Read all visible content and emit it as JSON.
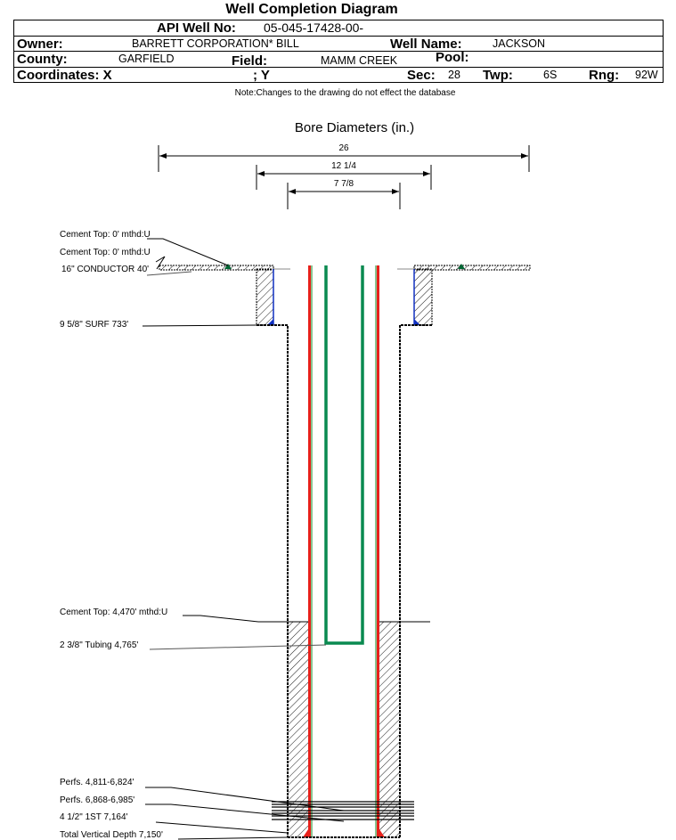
{
  "title": "Well Completion Diagram",
  "header": {
    "api_label": "API Well No:",
    "api_value": "05-045-17428-00-",
    "owner_label": "Owner:",
    "owner_value": "BARRETT CORPORATION* BILL",
    "well_name_label": "Well Name:",
    "well_name_value": "JACKSON",
    "county_label": "County:",
    "county_value": "GARFIELD",
    "field_label": "Field:",
    "field_value": "MAMM CREEK",
    "pool_label": "Pool:",
    "coords_label": "Coordinates: X",
    "y_label": "; Y",
    "sec_label": "Sec:",
    "sec_value": "28",
    "twp_label": "Twp:",
    "twp_value": "6S",
    "rng_label": "Rng:",
    "rng_value": "92W"
  },
  "note": "Note:Changes to the drawing do not effect the database",
  "diagram": {
    "bore_title": "Bore Diameters (in.)",
    "diameters": [
      "26",
      "12 1/4",
      "7 7/8"
    ],
    "labels": {
      "cement_top_1": "Cement Top: 0' mthd:U",
      "cement_top_2": "Cement Top: 0' mthd:U",
      "conductor": "16\" CONDUCTOR  40'",
      "surface": "9 5/8\" SURF      733'",
      "cement_top_3": "Cement Top: 4,470' mthd:U",
      "tubing": "2 3/8\" Tubing 4,765'",
      "perfs_1": "Perfs. 4,811-6,824'",
      "perfs_2": "Perfs. 6,868-6,985'",
      "production": "4 1/2\" 1ST        7,164'",
      "tvd": "Total Vertical Depth 7,150'"
    },
    "colors": {
      "casing": "#e8201a",
      "tubing": "#0a8a50",
      "cement_edge": "#1030c0",
      "green_line": "#108a20"
    }
  }
}
